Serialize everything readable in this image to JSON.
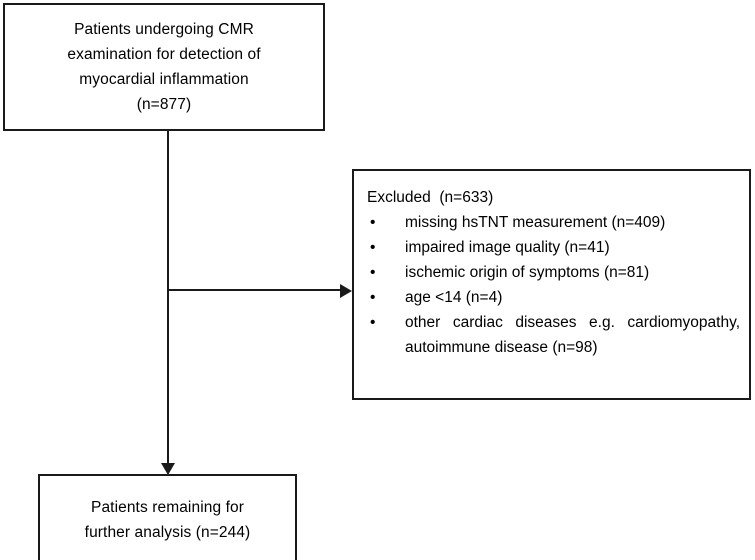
{
  "figure": {
    "type": "flowchart",
    "orientation": "vertical-with-side-branch",
    "background_color": "#ffffff",
    "line_color": "#1a1a1a",
    "text_color": "#000000"
  },
  "nodes": {
    "source": {
      "line1": "Patients undergoing CMR",
      "line2": "examination for detection of",
      "line3": "myocardial inflammation",
      "line4": "(n=877)",
      "count": "877"
    },
    "excluded": {
      "title": "Excluded  (n=633)",
      "count": "633",
      "bullets": [
        {
          "text": "missing hsTNT measurement (n=409)",
          "count": "409"
        },
        {
          "text": "impaired image quality (n=41)",
          "count": "41"
        },
        {
          "text": "ischemic origin of symptoms (n=81)",
          "count": "81"
        },
        {
          "text": "age <14 (n=4)",
          "count": "4"
        },
        {
          "text": "other cardiac diseases e.g. cardiomyopathy, autoimmune disease (n=98)",
          "count": "98"
        }
      ]
    },
    "remaining": {
      "line1": "Patients remaining for",
      "line2": "further analysis (n=244)",
      "count": "244"
    }
  },
  "glyphs": {
    "bullet": "•"
  }
}
